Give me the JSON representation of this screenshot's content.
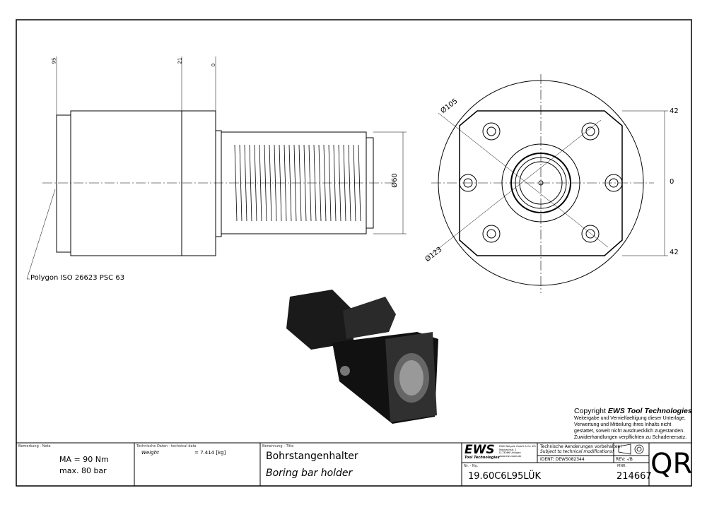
{
  "drawing": {
    "dimensions_side": {
      "d95": "95",
      "d21": "21",
      "d0": "0",
      "dia60": "Ø60"
    },
    "dimensions_front": {
      "dia105": "Ø105",
      "dia123": "Ø123",
      "top42": "42",
      "zero": "0",
      "bottom42": "42"
    },
    "callout": "Polygon ISO 26623 PSC 63"
  },
  "copyright": {
    "prefix": "Copyright ",
    "brand": "EWS Tool Technologies",
    "lines": [
      "Weitergabe und Vervielfaeltigung dieser Unterlage,",
      "Verwertung und Mitteilung ihres Inhalts nicht",
      "gestattet, soweit nicht ausdruecklich zugestanden.",
      "Zuwiderhandlungen verpflichten zu Schadenersatz."
    ]
  },
  "title_block": {
    "note_label": "Bemerkung - Note",
    "note_lines": [
      "MA = 90 Nm",
      "max. 80 bar"
    ],
    "tech_label": "Technische Daten - technical data",
    "weight_label": "Weight",
    "weight_value": "= 7.414 [kg]",
    "title_label": "Benennung - Title",
    "title_de": "Bohrstangenhalter",
    "title_en": "Boring bar holder",
    "logo_text": "EWS",
    "logo_sub": "Tool Technologies",
    "company": [
      "EWS Weigele GmbH & Co. KG",
      "Maybachstr. 1",
      "D-73066 Uhingen",
      "www.ews-tools.de"
    ],
    "change_de": "Technische Aenderungen vorbehalten!",
    "change_en": "Subject to technical modifications!",
    "ident": "IDENT:  DEWS082344",
    "rev": "REV:  -/B",
    "nr_label": "Nr. - No.",
    "part_number": "19.60C6L95LÜK",
    "mnr_label": "MNR.",
    "mnr": "214667",
    "qr": "QR"
  }
}
